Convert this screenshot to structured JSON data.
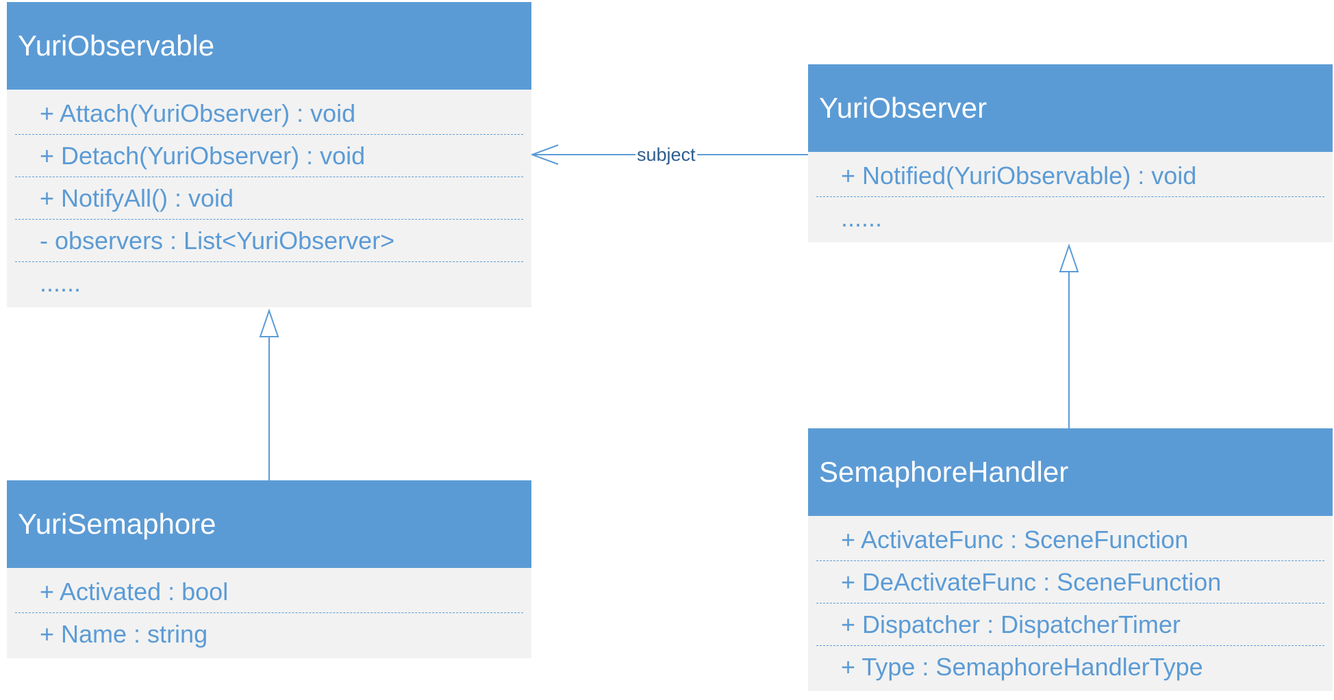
{
  "classes": {
    "observable": {
      "name": "YuriObservable",
      "members": [
        "+ Attach(YuriObserver) : void",
        "+ Detach(YuriObserver) : void",
        "+ NotifyAll() : void",
        "- observers : List<YuriObserver>",
        "......"
      ]
    },
    "observer": {
      "name": "YuriObserver",
      "members": [
        "+ Notified(YuriObservable) : void",
        "......"
      ]
    },
    "semaphore": {
      "name": "YuriSemaphore",
      "members": [
        "+ Activated : bool",
        "+ Name : string"
      ]
    },
    "handler": {
      "name": "SemaphoreHandler",
      "members": [
        "+ ActivateFunc : SceneFunction",
        "+ DeActivateFunc : SceneFunction",
        "+ Dispatcher : DispatcherTimer",
        "+ Type : SemaphoreHandlerType"
      ]
    }
  },
  "relations": {
    "association_label": "subject"
  },
  "colors": {
    "header": "#5b9bd5",
    "body": "#f2f2f2",
    "text": "#5b9bd5",
    "line": "#5b9bd5"
  }
}
